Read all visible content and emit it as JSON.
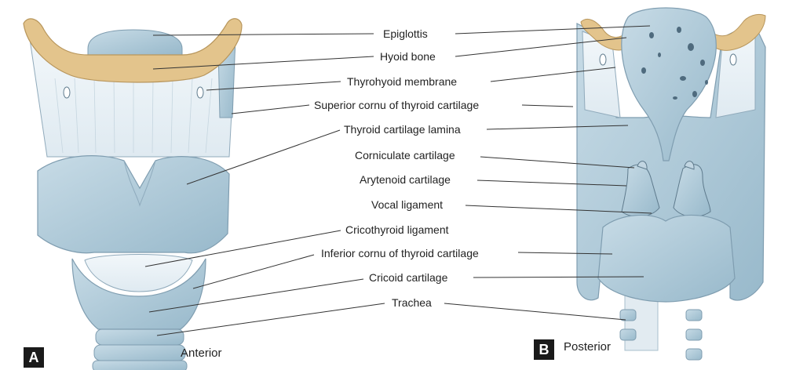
{
  "labels": [
    {
      "id": "epiglottis",
      "text": "Epiglottis"
    },
    {
      "id": "hyoid-bone",
      "text": "Hyoid bone"
    },
    {
      "id": "thyrohyoid-membrane",
      "text": "Thyrohyoid membrane"
    },
    {
      "id": "superior-cornu",
      "text": "Superior cornu of thyroid cartilage"
    },
    {
      "id": "thyroid-lamina",
      "text": "Thyroid cartilage lamina"
    },
    {
      "id": "corniculate",
      "text": "Corniculate cartilage"
    },
    {
      "id": "arytenoid",
      "text": "Arytenoid cartilage"
    },
    {
      "id": "vocal-ligament",
      "text": "Vocal ligament"
    },
    {
      "id": "cricothyroid-ligament",
      "text": "Cricothyroid ligament"
    },
    {
      "id": "inferior-cornu",
      "text": "Inferior cornu of thyroid cartilage"
    },
    {
      "id": "cricoid",
      "text": "Cricoid cartilage"
    },
    {
      "id": "trachea",
      "text": "Trachea"
    }
  ],
  "panels": {
    "a": {
      "letter": "A",
      "caption": "Anterior"
    },
    "b": {
      "letter": "B",
      "caption": "Posterior"
    }
  },
  "colors": {
    "cartilage": "#a9c6d6",
    "cartilage_light": "#c9dce7",
    "membrane": "#e8f0f5",
    "bone": "#e3c48c",
    "outline": "#7f9db0",
    "leader": "#333333"
  }
}
